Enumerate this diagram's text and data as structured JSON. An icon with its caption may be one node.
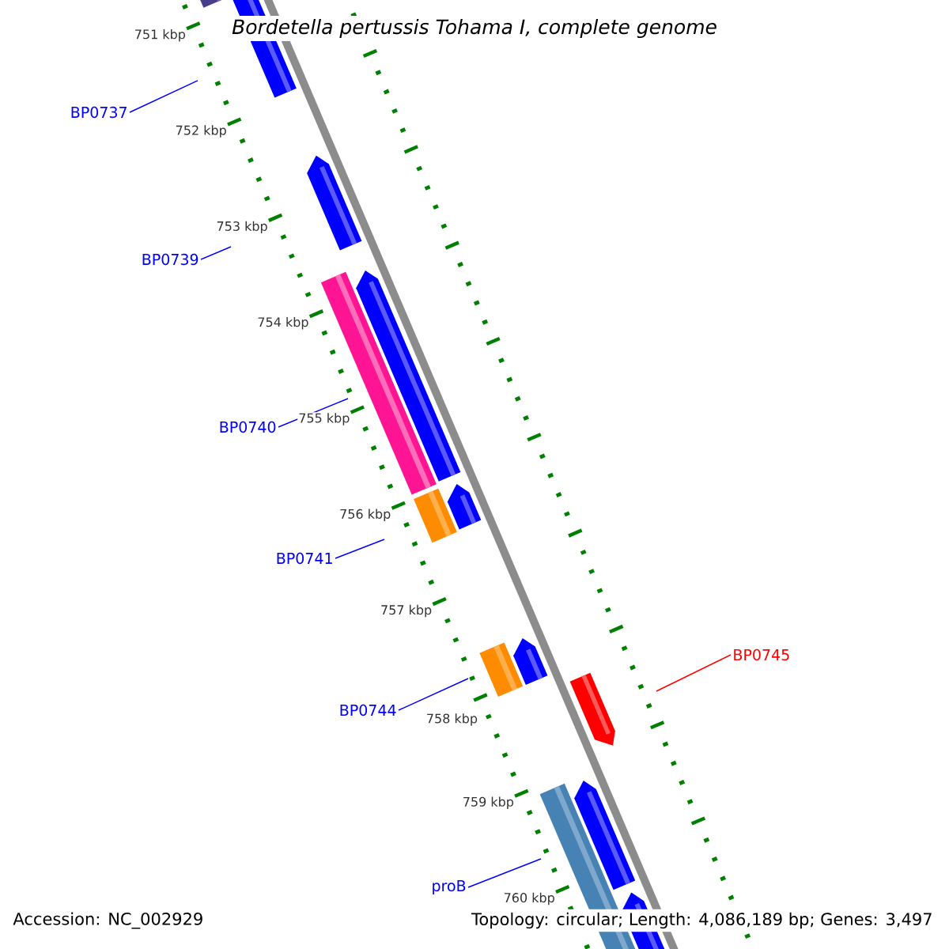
{
  "diagram": {
    "title": "Bordetella pertussis Tohama I, complete genome",
    "nodes": [
      {
        "text": [
          "BP0737"
        ]
      },
      {
        "text": [
          "BP0739"
        ]
      },
      {
        "text": [
          "BP0740"
        ]
      },
      {
        "text": [
          "BP0741"
        ]
      },
      {
        "text": [
          "BP0745"
        ]
      },
      {
        "text": [
          "BP0744"
        ]
      },
      {
        "text": [
          "proB"
        ]
      }
    ],
    "edges": [
      {
        "from": 0,
        "to": null,
        "arrow": "none"
      },
      {
        "from": 1,
        "to": null,
        "arrow": "none"
      },
      {
        "from": 2,
        "to": null,
        "arrow": "none"
      },
      {
        "from": 3,
        "to": null,
        "arrow": "none"
      },
      {
        "from": 4,
        "to": null,
        "arrow": "none",
        "color": "#ff0000"
      },
      {
        "from": 5,
        "to": null,
        "arrow": "none"
      },
      {
        "from": 6,
        "to": null,
        "arrow": "none"
      }
    ],
    "labels": [
      "751 kbp",
      "752 kbp",
      "753 kbp",
      "754 kbp",
      "755 kbp",
      "756 kbp",
      "757 kbp",
      "758 kbp",
      "759 kbp",
      "760 kbp",
      "Accession: NC_002929",
      "Topology: circular; Length: 4,086,189 bp; Genes: 3,497"
    ]
  }
}
